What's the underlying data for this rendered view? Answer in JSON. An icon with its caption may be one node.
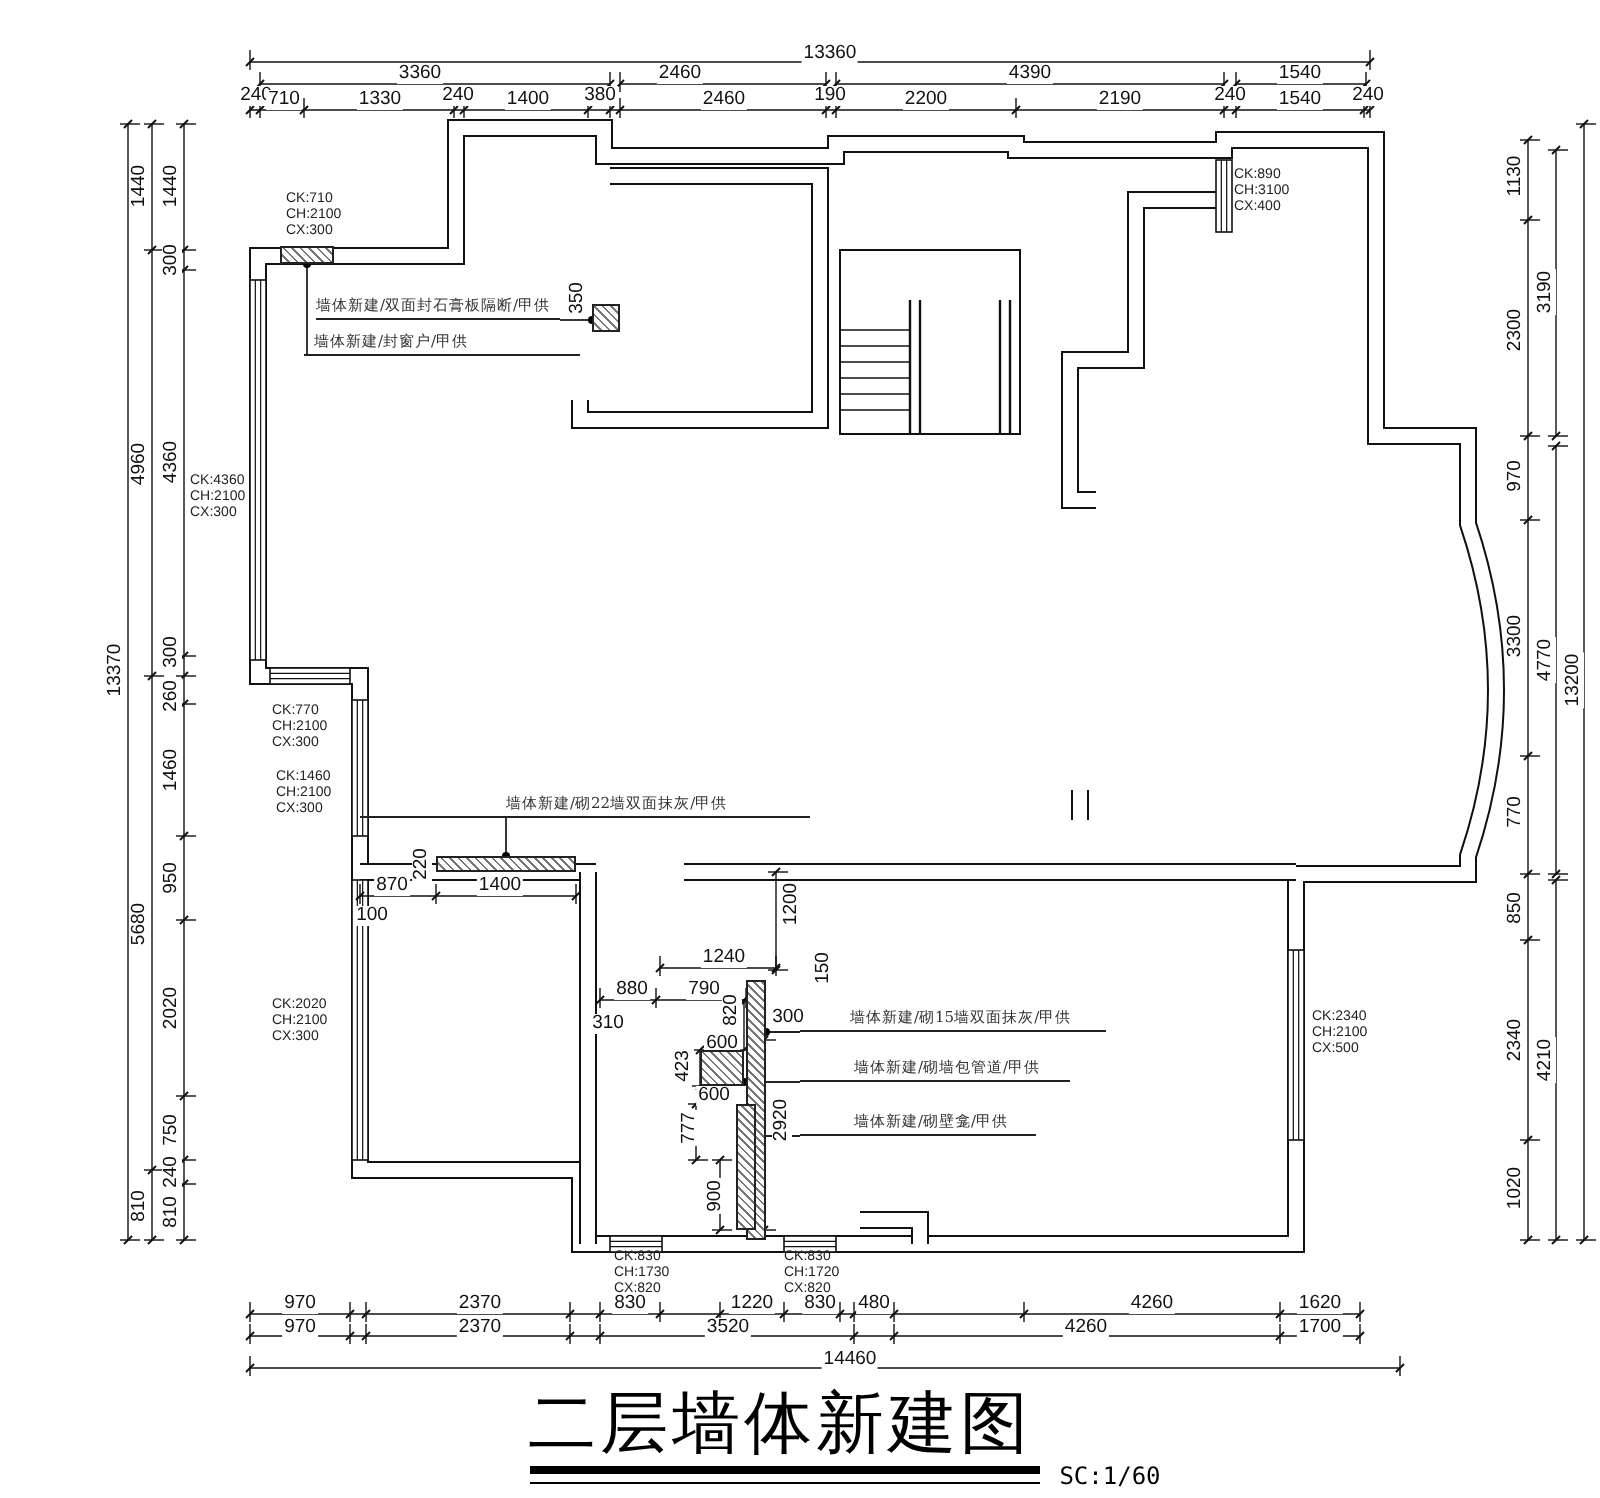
{
  "diagram": {
    "title": "二层墙体新建图",
    "nodes": [
      {
        "text": [
          "墙体新建/双面封石膏板隔断/甲供"
        ]
      },
      {
        "text": [
          "墙体新建/封窗户/甲供"
        ]
      },
      {
        "text": [
          "墙体新建/砌22墙双面抹灰/甲供"
        ]
      },
      {
        "text": [
          "墙体新建/砌15墙双面抹灰/甲供"
        ]
      },
      {
        "text": [
          "墙体新建/砌墙包管道/甲供"
        ]
      },
      {
        "text": [
          "墙体新建/砌壁龛/甲供"
        ]
      },
      {
        "text": [],
        "shape": "box"
      },
      {
        "text": [],
        "shape": "box"
      },
      {
        "text": [],
        "shape": "box"
      },
      {
        "text": [],
        "shape": "box"
      },
      {
        "text": [],
        "shape": "box"
      },
      {
        "text": [],
        "shape": "box"
      }
    ],
    "edges": [
      {
        "from": 0,
        "to": 6,
        "arrow": "other"
      },
      {
        "from": 1,
        "to": 7,
        "arrow": "other"
      },
      {
        "from": 2,
        "to": 8,
        "arrow": "other"
      },
      {
        "from": 3,
        "to": 9,
        "arrow": "other"
      },
      {
        "from": 4,
        "to": 10,
        "arrow": "other"
      },
      {
        "from": 5,
        "to": 11,
        "arrow": "other"
      }
    ],
    "labels": [
      "13360",
      "3360",
      "2460",
      "4390",
      "1540",
      "240",
      "710",
      "1330",
      "240",
      "1400",
      "380",
      "2460",
      "190",
      "2200",
      "2190",
      "240",
      "1540",
      "240",
      "13370",
      "1440",
      "4960",
      "5680",
      "810",
      "1440",
      "300",
      "4360",
      "300",
      "260",
      "1460",
      "950",
      "2020",
      "750",
      "240",
      "810",
      "1130",
      "2300",
      "970",
      "3300",
      "770",
      "850",
      "2340",
      "1020",
      "3190",
      "4770",
      "4210",
      "13200",
      "970",
      "2370",
      "830",
      "1220",
      "830",
      "480",
      "4260",
      "1620",
      "970",
      "2370",
      "3520",
      "4260",
      "1700",
      "14460",
      "350",
      "220",
      "870",
      "1400",
      "100",
      "1200",
      "1240",
      "150",
      "880",
      "790",
      "310",
      "820",
      "300",
      "600",
      "423",
      "600",
      "777",
      "2920",
      "900",
      "CK:710 CH:2100 CX:300",
      "CK:890 CH:3100 CX:400",
      "CK:4360 CH:2100 CX:300",
      "CK:770 CH:2100 CX:300",
      "CK:1460 CH:2100 CX:300",
      "CK:2020 CH:2100 CX:300",
      "CK:2340 CH:2100 CX:500",
      "CK:830 CH:1730 CX:820",
      "CK:830 CH:1720 CX:820",
      "SC:1/60"
    ]
  }
}
